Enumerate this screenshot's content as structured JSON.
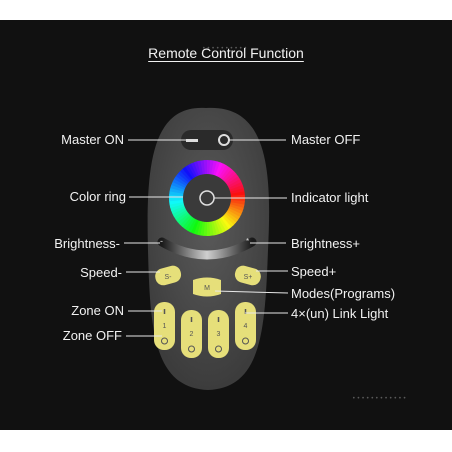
{
  "title": "Remote Control Function",
  "labels_left": {
    "master_on": "Master ON",
    "color_ring": "Color ring",
    "brightness_minus": "Brightness-",
    "speed_minus": "Speed-",
    "zone_on": "Zone ON",
    "zone_off": "Zone OFF"
  },
  "labels_right": {
    "master_off": "Master OFF",
    "indicator_light": "Indicator light",
    "brightness_plus": "Brightness+",
    "speed_plus": "Speed+",
    "modes": "Modes(Programs)",
    "link_light": "4×(un) Link Light"
  },
  "buttons": {
    "speed_minus": "S-",
    "mode": "M",
    "speed_plus": "S+",
    "zones": [
      "1",
      "2",
      "3",
      "4"
    ]
  },
  "colors": {
    "background": "#111111",
    "remote_body": "#4a4a4a",
    "button_yellow": "#e6df7a",
    "text": "#f2f2f2"
  }
}
